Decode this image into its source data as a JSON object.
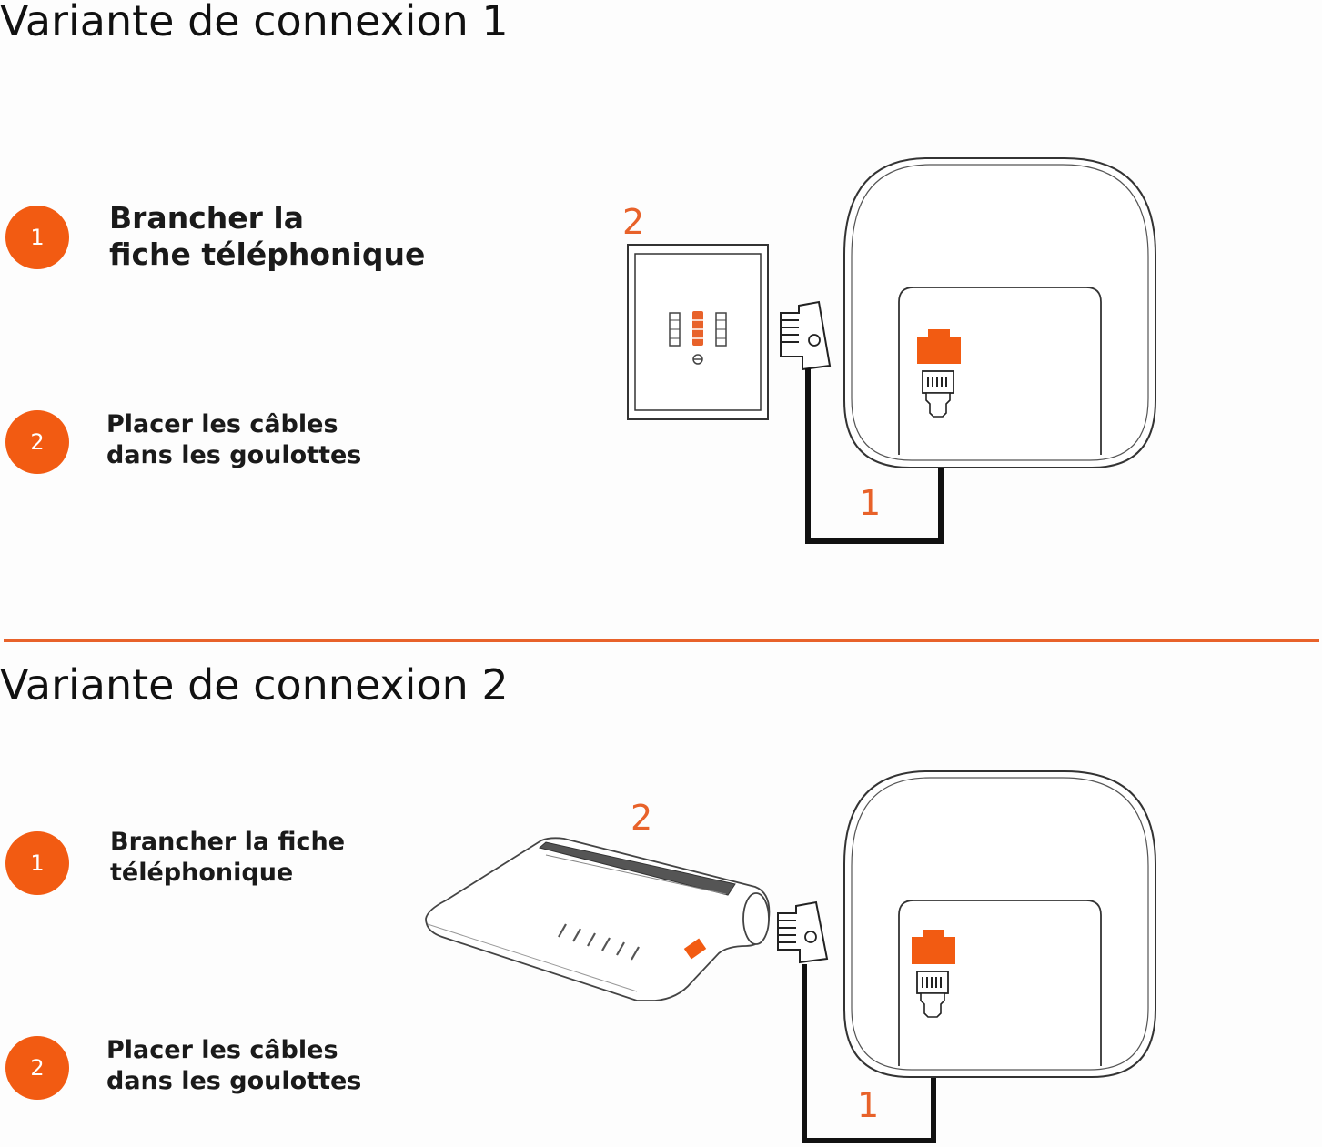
{
  "variants": [
    {
      "title": "Variante de connexion 1",
      "steps": [
        {
          "number": "1",
          "lines": [
            "Brancher la",
            "fiche téléphonique"
          ]
        },
        {
          "number": "2",
          "lines": [
            "Placer les câbles",
            "dans les goulottes"
          ]
        }
      ],
      "callouts": {
        "device": "2",
        "cable": "1"
      },
      "device": "wall-socket"
    },
    {
      "title": "Variante de connexion 2",
      "steps": [
        {
          "number": "1",
          "lines": [
            "Brancher la fiche",
            "téléphonique"
          ]
        },
        {
          "number": "2",
          "lines": [
            "Placer les câbles",
            "dans les goulottes"
          ]
        }
      ],
      "callouts": {
        "device": "2",
        "cable": "1"
      },
      "device": "router"
    }
  ],
  "colors": {
    "accent": "#e8622a",
    "badge": "#f25b12",
    "cable": "#111111"
  }
}
